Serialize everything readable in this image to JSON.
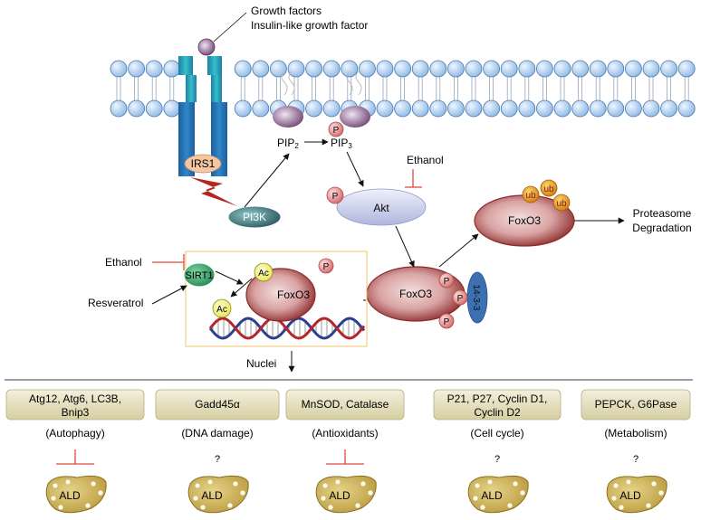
{
  "ligand": {
    "line1": "Growth factors",
    "line2": "Insulin-like growth factor"
  },
  "receptor": {
    "irs1": "IRS1",
    "pi3k": "PI3K"
  },
  "lipids": {
    "pip2": "PIP",
    "pip2_sub": "2",
    "pip3": "PIP",
    "pip3_sub": "3",
    "p": "P"
  },
  "akt": {
    "label": "Akt",
    "p": "P"
  },
  "ethanol": "Ethanol",
  "resveratrol": "Resveratrol",
  "sirt1": "SIRT1",
  "ac": "Ac",
  "foxo3": "FoxO3",
  "p": "P",
  "protein_1433": "14-3-3",
  "ub": "ub",
  "degradation": {
    "line1": "Proteasome",
    "line2": "Degradation"
  },
  "nuclei": "Nuclei",
  "targets": [
    {
      "line1": "Atg12, Atg6, LC3B,",
      "line2": "Bnip3",
      "category": "(Autophagy)",
      "effect": "inhibit",
      "liver": "ALD"
    },
    {
      "line1": "Gadd45α",
      "line2": "",
      "category": "(DNA damage)",
      "effect": "?",
      "liver": "ALD"
    },
    {
      "line1": "MnSOD, Catalase",
      "line2": "",
      "category": "(Antioxidants)",
      "effect": "inhibit",
      "liver": "ALD"
    },
    {
      "line1": "P21, P27, Cyclin D1,",
      "line2": "Cyclin D2",
      "category": "(Cell cycle)",
      "effect": "?",
      "liver": "ALD"
    },
    {
      "line1": "PEPCK, G6Pase",
      "line2": "",
      "category": "(Metabolism)",
      "effect": "?",
      "liver": "ALD"
    }
  ],
  "colors": {
    "membrane_head": "#a9cdf0",
    "membrane_head_stroke": "#4a78a8",
    "receptor": "#1e9fb8",
    "foxo3": "#a03a3a",
    "p_bubble": "#e08d8d",
    "ac_bubble": "#f2f070",
    "sirt1": "#2e9a5e",
    "pi3k": "#2c6e6e",
    "akt": "#c4cbe8",
    "ub": "#e6a01e",
    "protein_1433": "#3d6fb3",
    "inhibit": "#e0473c",
    "target_box": "#e4dfbf",
    "nucleus_border": "#f5c36a",
    "liver": "#cdb157"
  }
}
